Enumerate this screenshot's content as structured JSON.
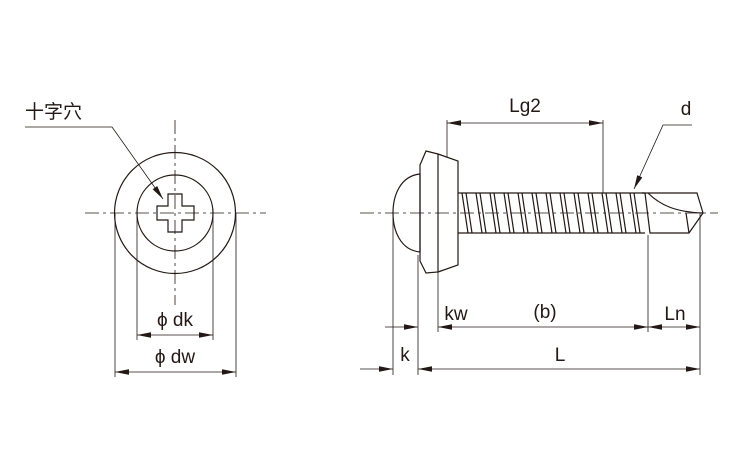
{
  "top_view": {
    "recess_label": "十字穴",
    "dk_label": "ϕ dk",
    "dw_label": "ϕ dw"
  },
  "side_view": {
    "lg2_label": "Lg2",
    "d_label": "d",
    "kw_label": "kw",
    "b_label": "(b)",
    "ln_label": "Ln",
    "k_label": "k",
    "l_label": "L"
  },
  "colors": {
    "line": "#231815",
    "background": "#ffffff"
  }
}
